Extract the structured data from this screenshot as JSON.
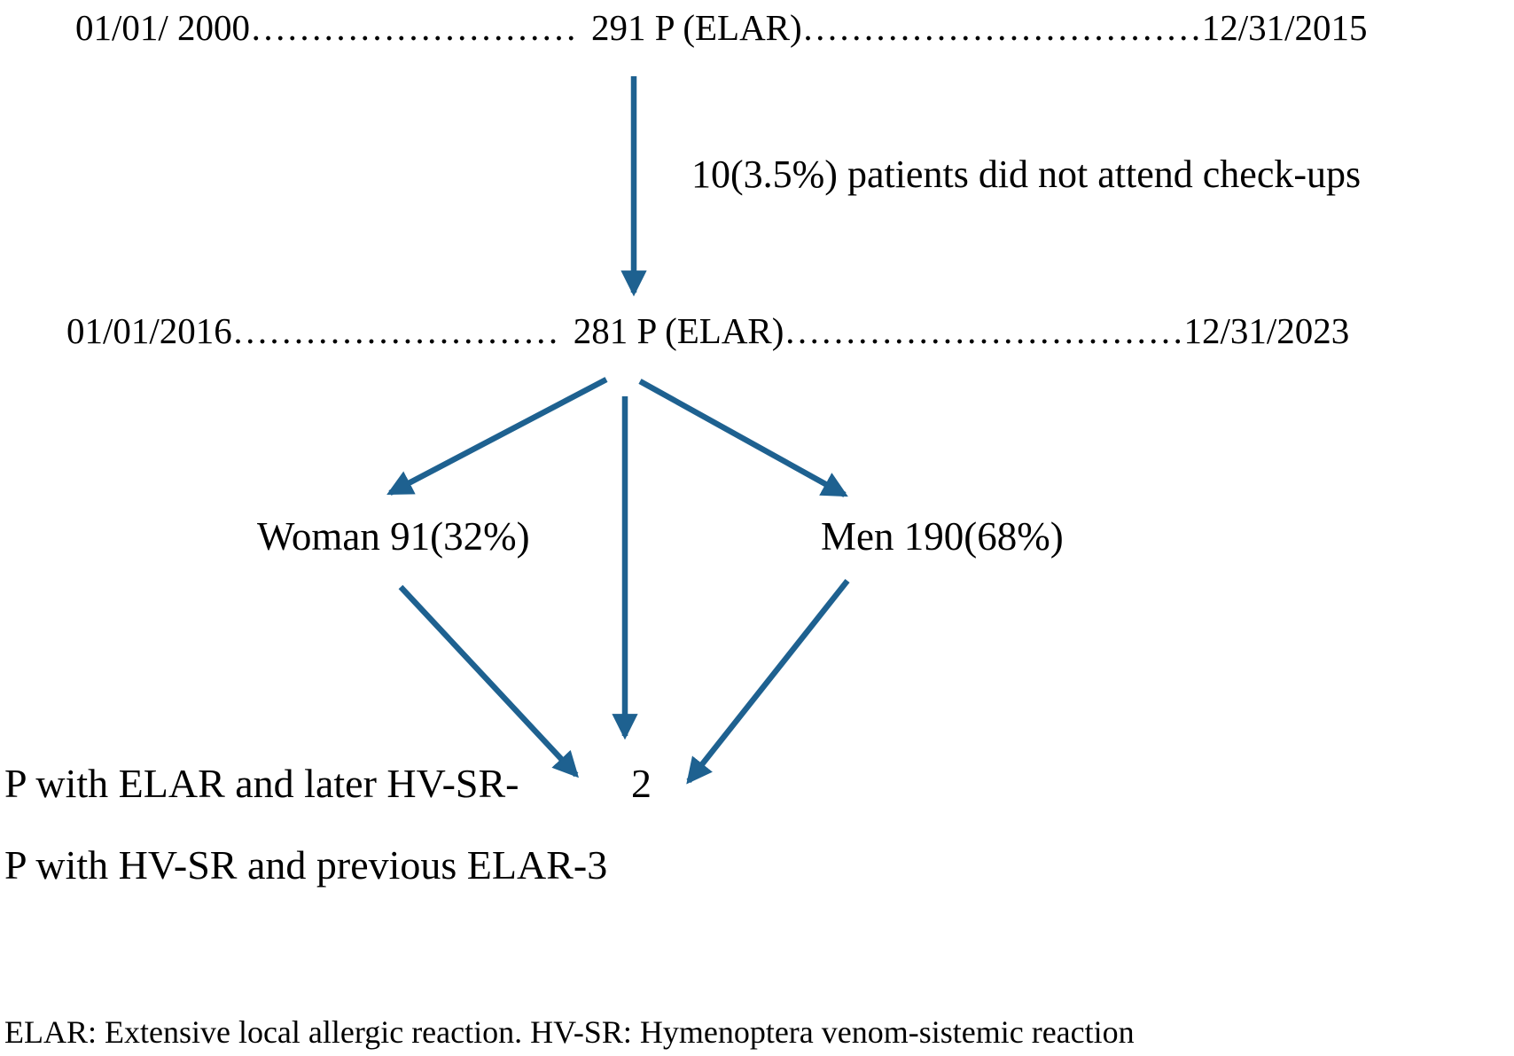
{
  "diagram": {
    "arrow_color": "#1e6190",
    "text_color": "#000000",
    "background": "#ffffff",
    "period1": {
      "start_date": "01/01/ 2000",
      "leader_left": "………………………",
      "label": "291 P (ELAR)",
      "leader_right": "……………………………",
      "end_date": "12/31/2015"
    },
    "dropout_note": "10(3.5%) patients did not attend check-ups",
    "period2": {
      "start_date": "01/01/2016",
      "leader_left": "………………………",
      "label": "281 P (ELAR)",
      "leader_right": "……………………………",
      "end_date": "12/31/2023"
    },
    "woman_label": "Woman 91(32%)",
    "men_label": "Men 190(68%)",
    "outcome1": {
      "label": "P with ELAR and later HV-SR-",
      "value": "2"
    },
    "outcome2_label": "P with HV-SR and previous ELAR-3",
    "legend": "ELAR: Extensive local allergic reaction. HV-SR: Hymenoptera venom-sistemic reaction"
  }
}
